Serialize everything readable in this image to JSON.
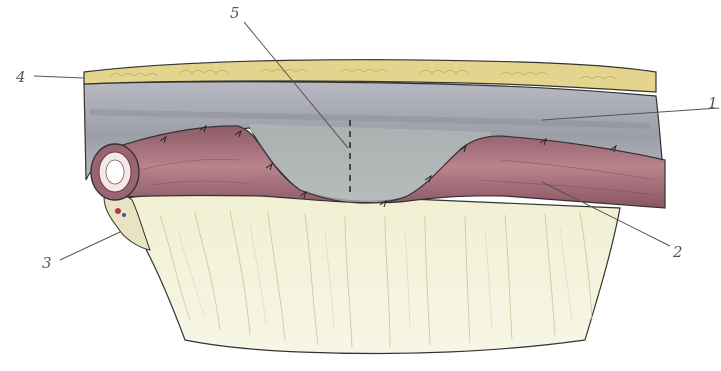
{
  "labels": {
    "l1": "1",
    "l2": "2",
    "l3": "3",
    "l4": "4",
    "l5": "5"
  },
  "colors": {
    "fat_layer": "#e3d48e",
    "fascia": "#a9aab3",
    "graft_region": "#b0b6b4",
    "vessel": "#a7737d",
    "vessel_dark": "#7d4f5c",
    "muscle": "#ecebc8"
  }
}
